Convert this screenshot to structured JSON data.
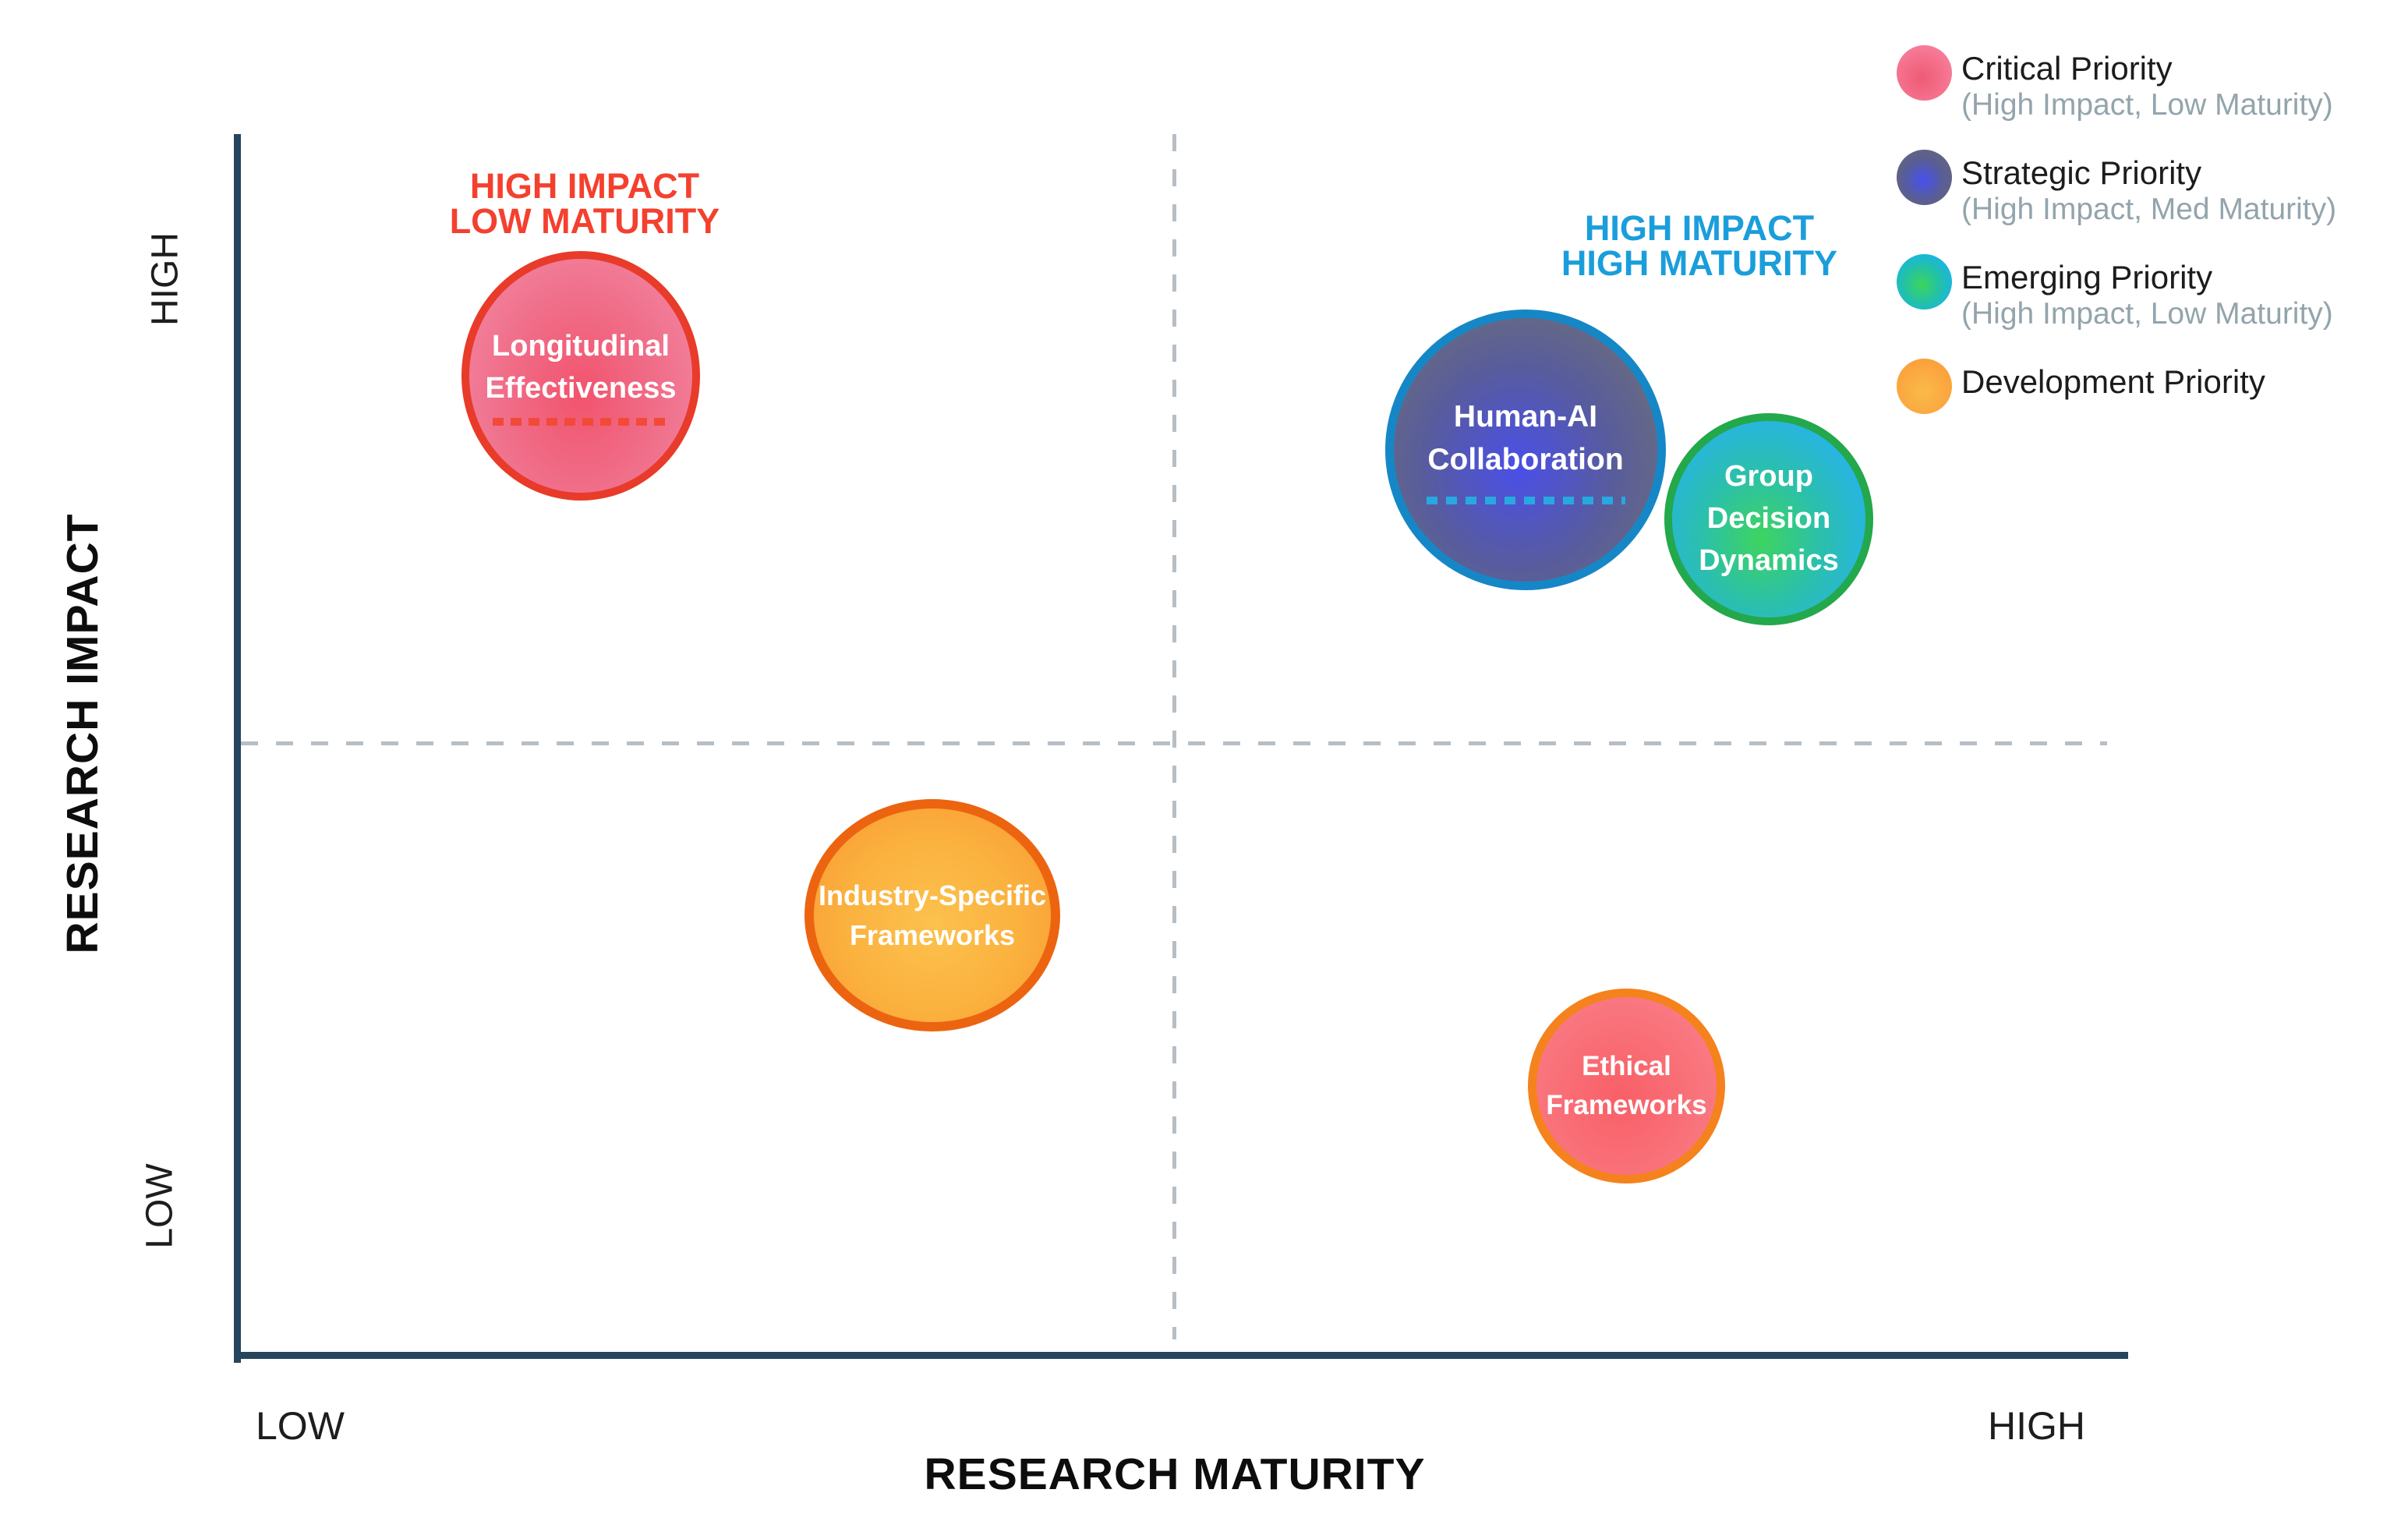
{
  "chart_data": {
    "type": "scatter",
    "variant": "quadrant-bubble-matrix",
    "title": "",
    "xlabel": "RESEARCH MATURITY",
    "ylabel": "RESEARCH IMPACT",
    "x_axis": {
      "label": "RESEARCH MATURITY",
      "min_label": "LOW",
      "max_label": "HIGH"
    },
    "y_axis": {
      "label": "RESEARCH IMPACT",
      "min_label": "LOW",
      "max_label": "HIGH"
    },
    "grid": {
      "quadrant_dividers": "dashed",
      "divider_color": "#b7bec5",
      "axis_color": "#25455e"
    },
    "quadrant_labels": [
      {
        "quadrant": "top-left",
        "lines": [
          "HIGH IMPACT",
          "LOW MATURITY"
        ],
        "color": "#f4402e"
      },
      {
        "quadrant": "top-right",
        "lines": [
          "HIGH IMPACT",
          "HIGH MATURITY"
        ],
        "color": "#1a9edb"
      }
    ],
    "bubbles": [
      {
        "label_lines": [
          "Longitudinal",
          "Effectiveness"
        ],
        "category": "Critical Priority",
        "impact": "High",
        "maturity": "Low",
        "x_norm": 0.18,
        "y_norm": 0.8,
        "radius_px": 155,
        "fill": "#f285a1",
        "core": "#f2536d",
        "border": "#e83b2a",
        "underlined": true,
        "underline_color": "#f24a38"
      },
      {
        "label_lines": [
          "Human-AI",
          "Collaboration"
        ],
        "category": "Strategic Priority",
        "impact": "High",
        "maturity": "Med-High",
        "x_norm": 0.68,
        "y_norm": 0.74,
        "radius_px": 180,
        "fill": "#696c7e",
        "core": "#4a4fe8",
        "border": "#1687c6",
        "underlined": true,
        "underline_color": "#28a8e0"
      },
      {
        "label_lines": [
          "Group Decision",
          "Dynamics"
        ],
        "category": "Emerging Priority",
        "impact": "High",
        "maturity": "High",
        "x_norm": 0.81,
        "y_norm": 0.69,
        "radius_px": 135,
        "fill": "#28b2ef",
        "core": "#3ed45f",
        "border": "#23a84b",
        "underlined": false,
        "underline_color": ""
      },
      {
        "label_lines": [
          "Industry-Specific",
          "Frameworks"
        ],
        "category": "Development Priority",
        "impact": "Low-Med",
        "maturity": "Low-Med",
        "x_norm": 0.37,
        "y_norm": 0.36,
        "radius_px": 157,
        "fill": "#f99c32",
        "core": "#fcc14d",
        "border": "#ec6410",
        "underlined": false,
        "underline_color": ""
      },
      {
        "label_lines": [
          "Ethical",
          "Frameworks"
        ],
        "category": "Critical Priority",
        "impact": "Low",
        "maturity": "Med-High",
        "x_norm": 0.73,
        "y_norm": 0.23,
        "radius_px": 126,
        "fill": "#f9808c",
        "core": "#f95f67",
        "border": "#f5821c",
        "underlined": false,
        "underline_color": ""
      }
    ],
    "legend": {
      "position": "top-right",
      "items": [
        {
          "title": "Critical Priority",
          "subtitle": "(High Impact, Low Maturity)",
          "color": "#f8809d",
          "core": "#ef5a74"
        },
        {
          "title": "Strategic Priority",
          "subtitle": "(High Impact, Med Maturity)",
          "color": "#63677b",
          "core": "#4651ee"
        },
        {
          "title": "Emerging Priority",
          "subtitle": "(High Impact, Low Maturity)",
          "color": "#17b2f1",
          "core": "#3cd55d"
        },
        {
          "title": "Development Priority",
          "subtitle": "",
          "color": "#fb9c3a",
          "core": "#f9bb49"
        }
      ]
    }
  }
}
